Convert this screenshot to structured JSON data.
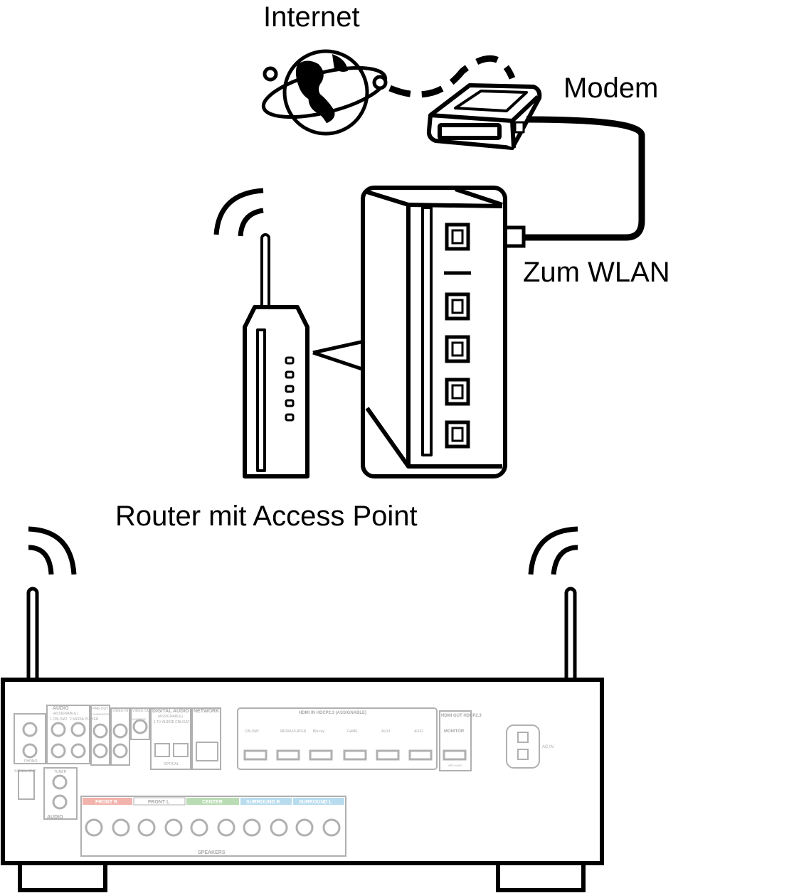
{
  "labels": {
    "internet": "Internet",
    "modem": "Modem",
    "wlan": "Zum WLAN",
    "router": "Router mit Access Point"
  },
  "receiver": {
    "audio_in": "AUDIO",
    "audio_in_sub": "(ASSIGNABLE)",
    "audio_in_cbl": "1 CBL/SAT",
    "audio_in_media": "2 MEDIA PLAYER",
    "phono": "PHONO",
    "signal_gnd": "SIGNAL GND",
    "pre_out": "PRE OUT",
    "subwoofer": "SUBWOOFER",
    "video_in": "VIDEO IN",
    "video_out": "VIDEO OUT",
    "monitor_small": "MONITOR",
    "digital_audio": "DIGITAL AUDIO",
    "digital_sub": "(ASSIGNABLE)",
    "tv_audio": "1 TV AUDIO",
    "cbl_sat2": "2 CBL/SAT",
    "optical": "OPTICAL",
    "network": "NETWORK",
    "tuner": "TUNER",
    "audio_in2": "AUDIO",
    "hdmi_header": "HDMI IN HDCP2.3 (ASSIGNABLE)",
    "hdmi_ports": [
      "CBL/SAT",
      "MEDIA PLAYER",
      "Blu-ray",
      "GAME",
      "AUX1",
      "AUX2"
    ],
    "hdmi_out": "HDMI OUT HDCP2.3",
    "monitor": "MONITOR",
    "arc": "ARC eARC",
    "ac_in": "AC IN",
    "speakers": "SPEAKERS",
    "speaker_groups": [
      "FRONT R",
      "FRONT L",
      "CENTER",
      "SURROUND R",
      "SURROUND L"
    ],
    "colors": {
      "front_r": "#f3b3ad",
      "front_l": "#ffffff",
      "center": "#b9dcb4",
      "surround_r": "#b8dcee",
      "surround_l": "#b8dcee"
    }
  }
}
